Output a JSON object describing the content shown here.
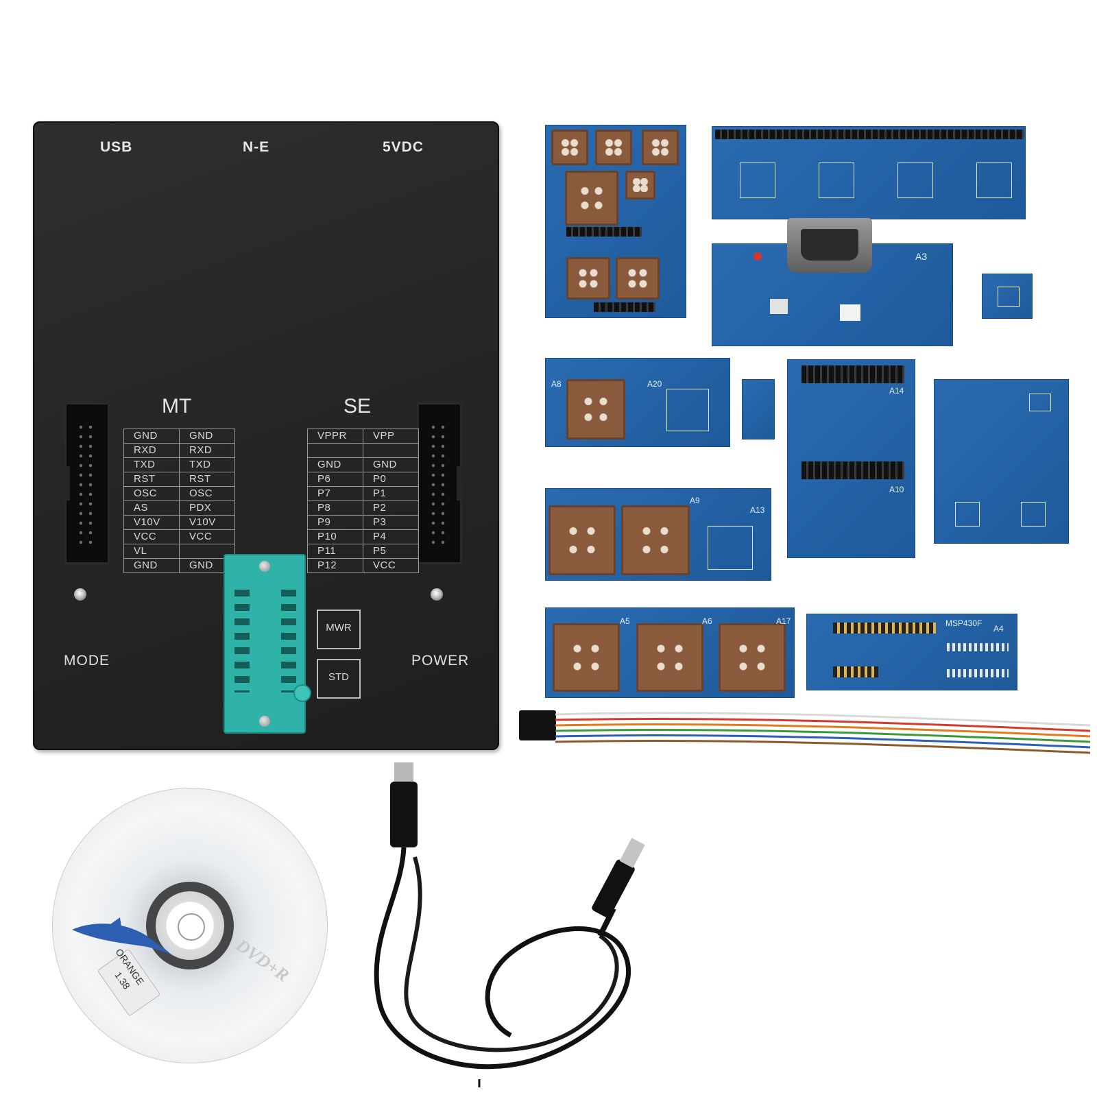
{
  "programmer": {
    "top_labels": [
      "USB",
      "N-E",
      "5VDC"
    ],
    "mt": {
      "title": "MT",
      "rows": [
        [
          "GND",
          "GND"
        ],
        [
          "RXD",
          "RXD"
        ],
        [
          "TXD",
          "TXD"
        ],
        [
          "RST",
          "RST"
        ],
        [
          "OSC",
          "OSC"
        ],
        [
          "AS",
          "PDX"
        ],
        [
          "V10V",
          "V10V"
        ],
        [
          "VCC",
          "VCC"
        ],
        [
          "VL",
          ""
        ],
        [
          "GND",
          "GND"
        ]
      ]
    },
    "se": {
      "title": "SE",
      "rows": [
        [
          "VPPR",
          "VPP"
        ],
        [
          "",
          ""
        ],
        [
          "GND",
          "GND"
        ],
        [
          "P6",
          "P0"
        ],
        [
          "P7",
          "P1"
        ],
        [
          "P8",
          "P2"
        ],
        [
          "P9",
          "P3"
        ],
        [
          "P10",
          "P4"
        ],
        [
          "P11",
          "P5"
        ],
        [
          "P12",
          "VCC"
        ]
      ]
    },
    "switch_labels": [
      "MWR",
      "STD"
    ],
    "bottom_labels": {
      "left": "MODE",
      "right": "POWER"
    }
  },
  "adapters": {
    "labels": [
      "A3",
      "A8",
      "A20",
      "A14",
      "A10",
      "A13",
      "A9",
      "A5",
      "A6",
      "A17",
      "A4",
      "MSP430F"
    ]
  },
  "cd": {
    "sticker_line1": "ORANGE",
    "sticker_line2": "1.38",
    "logo": "DVD+R"
  },
  "colors": {
    "box": "#262626",
    "pcb": "#2a6bb0",
    "zif": "#2fb3a8",
    "plcc": "#8a5a3c"
  },
  "icons": [
    "dolphin-logo-icon",
    "usb-icon"
  ]
}
